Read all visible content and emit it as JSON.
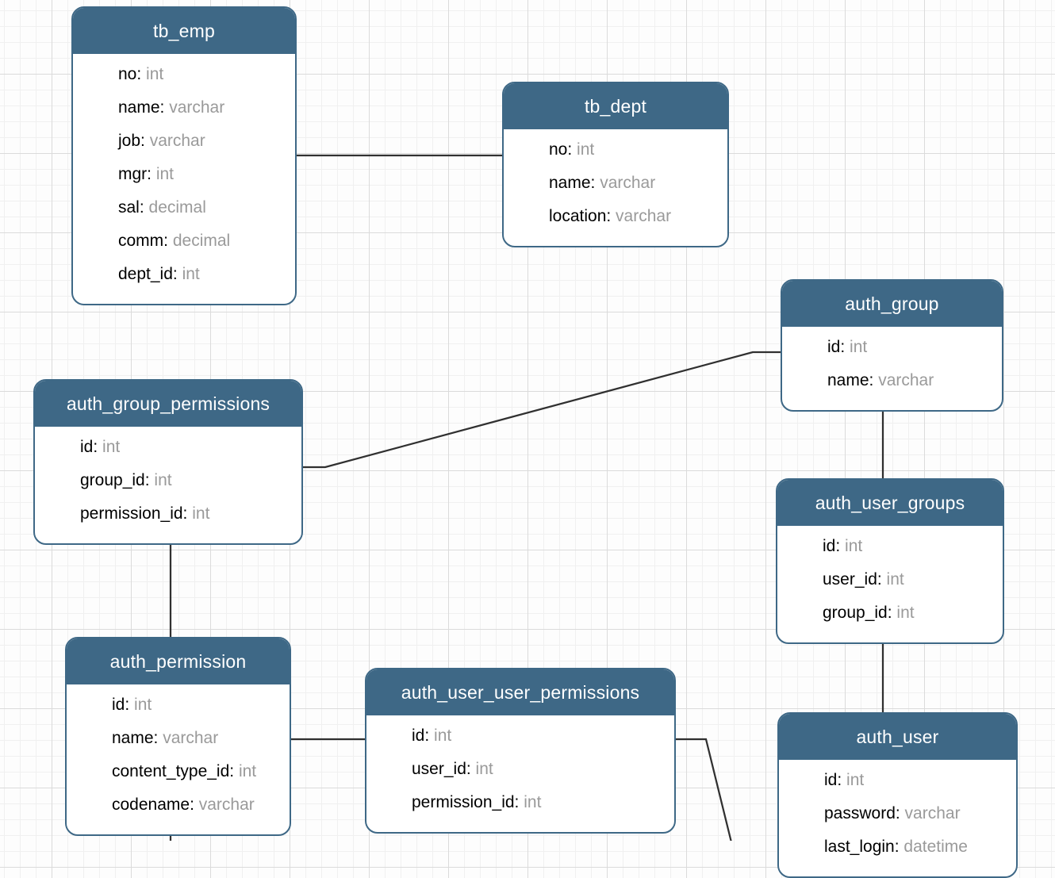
{
  "diagram": {
    "field_separator": ":",
    "colors": {
      "table_header": "#3e6886",
      "table_border": "#3e6886",
      "field_name": "#000000",
      "field_type": "#9a9a9a",
      "relationship_line": "#303030",
      "grid_minor": "#f0f0f0",
      "grid_major": "#dbdbdb"
    },
    "tables": [
      {
        "title": "tb_emp",
        "fields": [
          {
            "name": "no",
            "type": "int"
          },
          {
            "name": "name",
            "type": "varchar"
          },
          {
            "name": "job",
            "type": "varchar"
          },
          {
            "name": "mgr",
            "type": "int"
          },
          {
            "name": "sal",
            "type": "decimal"
          },
          {
            "name": "comm",
            "type": "decimal"
          },
          {
            "name": "dept_id",
            "type": "int"
          }
        ]
      },
      {
        "title": "tb_dept",
        "fields": [
          {
            "name": "no",
            "type": "int"
          },
          {
            "name": "name",
            "type": "varchar"
          },
          {
            "name": "location",
            "type": "varchar"
          }
        ]
      },
      {
        "title": "auth_group",
        "fields": [
          {
            "name": "id",
            "type": "int"
          },
          {
            "name": "name",
            "type": "varchar"
          }
        ]
      },
      {
        "title": "auth_group_permissions",
        "fields": [
          {
            "name": "id",
            "type": "int"
          },
          {
            "name": "group_id",
            "type": "int"
          },
          {
            "name": "permission_id",
            "type": "int"
          }
        ]
      },
      {
        "title": "auth_user_groups",
        "fields": [
          {
            "name": "id",
            "type": "int"
          },
          {
            "name": "user_id",
            "type": "int"
          },
          {
            "name": "group_id",
            "type": "int"
          }
        ]
      },
      {
        "title": "auth_permission",
        "fields": [
          {
            "name": "id",
            "type": "int"
          },
          {
            "name": "name",
            "type": "varchar"
          },
          {
            "name": "content_type_id",
            "type": "int"
          },
          {
            "name": "codename",
            "type": "varchar"
          }
        ]
      },
      {
        "title": "auth_user_user_permissions",
        "fields": [
          {
            "name": "id",
            "type": "int"
          },
          {
            "name": "user_id",
            "type": "int"
          },
          {
            "name": "permission_id",
            "type": "int"
          }
        ]
      },
      {
        "title": "auth_user",
        "fields": [
          {
            "name": "id",
            "type": "int"
          },
          {
            "name": "password",
            "type": "varchar"
          },
          {
            "name": "last_login",
            "type": "datetime"
          }
        ]
      }
    ],
    "relationships": [
      {
        "from": "tb_emp",
        "to": "tb_dept"
      },
      {
        "from": "auth_group_permissions",
        "to": "auth_group"
      },
      {
        "from": "auth_group",
        "to": "auth_user_groups"
      },
      {
        "from": "auth_user_groups",
        "to": "auth_user"
      },
      {
        "from": "auth_group_permissions",
        "to": "auth_permission"
      },
      {
        "from": "auth_permission",
        "to": "auth_user_user_permissions"
      },
      {
        "from": "auth_user_user_permissions",
        "to": "offscreen-bottom"
      },
      {
        "from": "auth_permission",
        "to": "offscreen-bottom"
      }
    ]
  }
}
